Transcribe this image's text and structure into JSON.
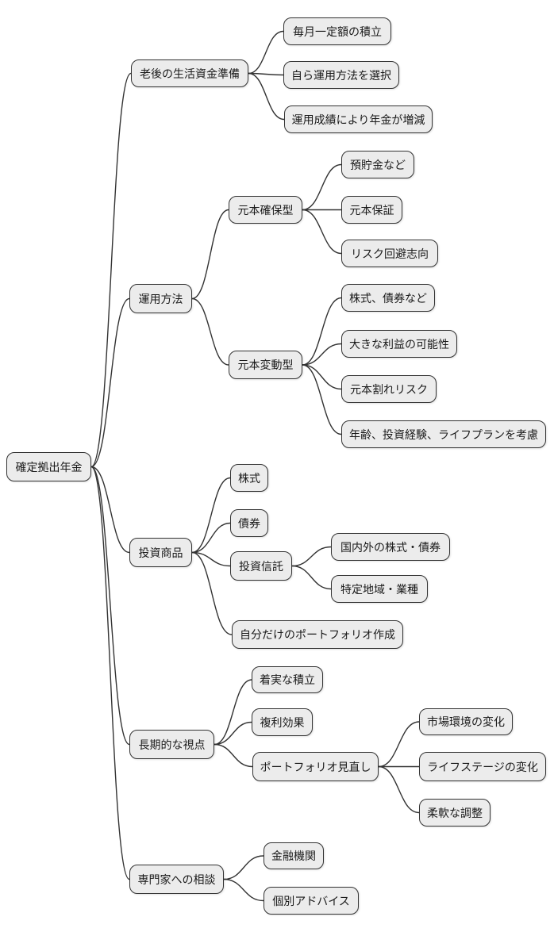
{
  "diagram": {
    "type": "mindmap",
    "colors": {
      "background": "#ffffff",
      "node_fill": "#ececec",
      "node_border": "#333333",
      "edge": "#333333",
      "text": "#1a1a1a"
    },
    "root": {
      "label": "確定拠出年金",
      "children": [
        {
          "label": "老後の生活資金準備",
          "children": [
            {
              "label": "毎月一定額の積立"
            },
            {
              "label": "自ら運用方法を選択"
            },
            {
              "label": "運用成績により年金が増減"
            }
          ]
        },
        {
          "label": "運用方法",
          "children": [
            {
              "label": "元本確保型",
              "children": [
                {
                  "label": "預貯金など"
                },
                {
                  "label": "元本保証"
                },
                {
                  "label": "リスク回避志向"
                }
              ]
            },
            {
              "label": "元本変動型",
              "children": [
                {
                  "label": "株式、債券など"
                },
                {
                  "label": "大きな利益の可能性"
                },
                {
                  "label": "元本割れリスク"
                },
                {
                  "label": "年齢、投資経験、ライフプランを考慮"
                }
              ]
            }
          ]
        },
        {
          "label": "投資商品",
          "children": [
            {
              "label": "株式"
            },
            {
              "label": "債券"
            },
            {
              "label": "投資信託",
              "children": [
                {
                  "label": "国内外の株式・債券"
                },
                {
                  "label": "特定地域・業種"
                }
              ]
            },
            {
              "label": "自分だけのポートフォリオ作成"
            }
          ]
        },
        {
          "label": "長期的な視点",
          "children": [
            {
              "label": "着実な積立"
            },
            {
              "label": "複利効果"
            },
            {
              "label": "ポートフォリオ見直し",
              "children": [
                {
                  "label": "市場環境の変化"
                },
                {
                  "label": "ライフステージの変化"
                },
                {
                  "label": "柔軟な調整"
                }
              ]
            }
          ]
        },
        {
          "label": "専門家への相談",
          "children": [
            {
              "label": "金融機関"
            },
            {
              "label": "個別アドバイス"
            }
          ]
        }
      ]
    }
  }
}
